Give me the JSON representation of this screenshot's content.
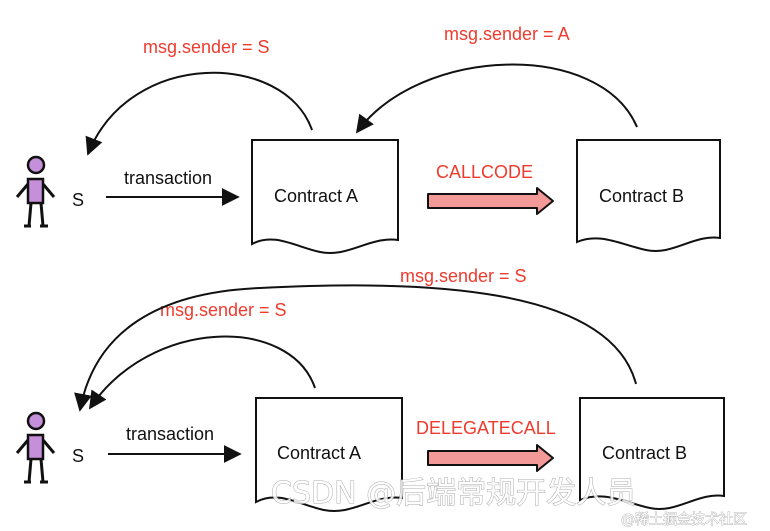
{
  "top": {
    "sender_label": "S",
    "transaction_label": "transaction",
    "contract_a_label": "Contract A",
    "contract_b_label": "Contract B",
    "call_type_label": "CALLCODE",
    "msg_sender_to_s": "msg.sender = S",
    "msg_sender_to_a": "msg.sender = A"
  },
  "bottom": {
    "sender_label": "S",
    "transaction_label": "transaction",
    "contract_a_label": "Contract A",
    "contract_b_label": "Contract B",
    "call_type_label": "DELEGATECALL",
    "msg_sender_from_a": "msg.sender = S",
    "msg_sender_from_b": "msg.sender = S"
  },
  "watermark": {
    "main": "CSDN @后端常规开发人员",
    "secondary": "@稀土掘金技术社区"
  },
  "colors": {
    "figure_fill": "#c58fd9",
    "arrow_fill": "#f39a98",
    "label_red": "#ee3b2e"
  }
}
